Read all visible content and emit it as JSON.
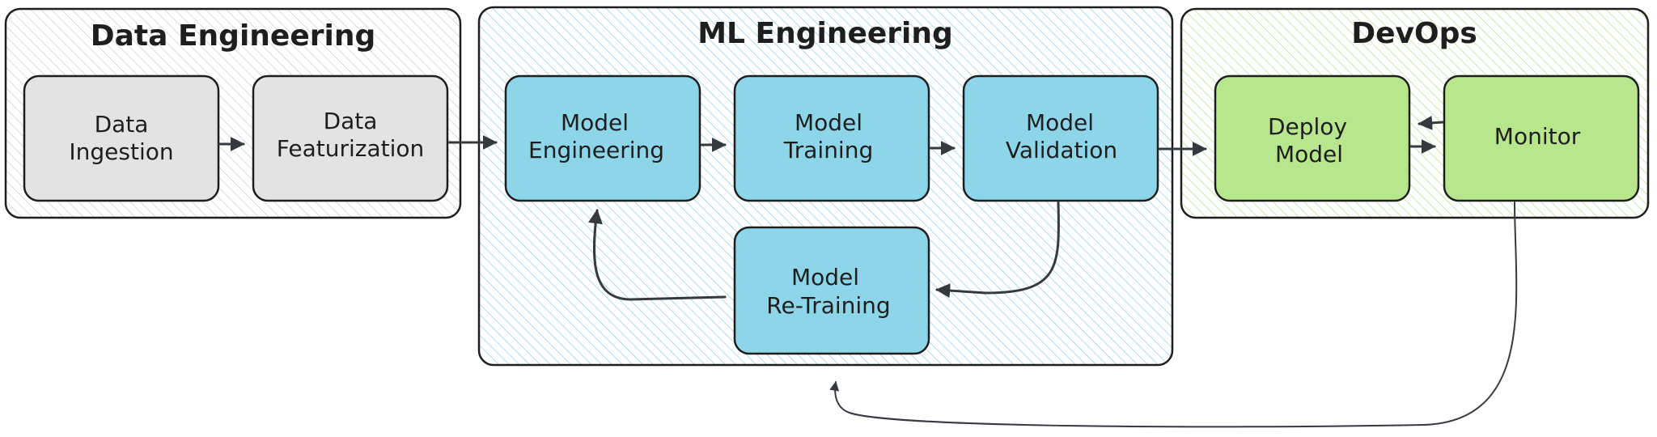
{
  "colors": {
    "data_group_hatch": "#cfcfcf",
    "ml_group_hatch": "#8fd3e3",
    "devops_group_hatch": "#b8e38f",
    "data_node_fill": "#e3e3e3",
    "ml_node_fill": "#8dd6ea",
    "devops_node_fill": "#b8e68c",
    "stroke": "#1e1e1e"
  },
  "groups": {
    "data": {
      "title": "Data Engineering"
    },
    "ml": {
      "title": "ML Engineering"
    },
    "devops": {
      "title": "DevOps"
    }
  },
  "nodes": {
    "data_ingestion": {
      "line1": "Data",
      "line2": "Ingestion"
    },
    "data_featurization": {
      "line1": "Data",
      "line2": "Featurization"
    },
    "model_engineering": {
      "line1": "Model",
      "line2": "Engineering"
    },
    "model_training": {
      "line1": "Model",
      "line2": "Training"
    },
    "model_validation": {
      "line1": "Model",
      "line2": "Validation"
    },
    "model_retraining": {
      "line1": "Model",
      "line2": "Re-Training"
    },
    "deploy_model": {
      "line1": "Deploy",
      "line2": "Model"
    },
    "monitor": {
      "line1": "Monitor"
    }
  },
  "edges": [
    {
      "from": "Data Ingestion",
      "to": "Data Featurization"
    },
    {
      "from": "Data Featurization",
      "to": "Model Engineering"
    },
    {
      "from": "Model Engineering",
      "to": "Model Training"
    },
    {
      "from": "Model Training",
      "to": "Model Validation"
    },
    {
      "from": "Model Validation",
      "to": "Deploy Model"
    },
    {
      "from": "Model Validation",
      "to": "Model Re-Training"
    },
    {
      "from": "Model Re-Training",
      "to": "Model Engineering"
    },
    {
      "from": "Deploy Model",
      "to": "Monitor"
    },
    {
      "from": "Monitor",
      "to": "Deploy Model"
    },
    {
      "from": "Monitor",
      "to": "ML Engineering"
    }
  ]
}
